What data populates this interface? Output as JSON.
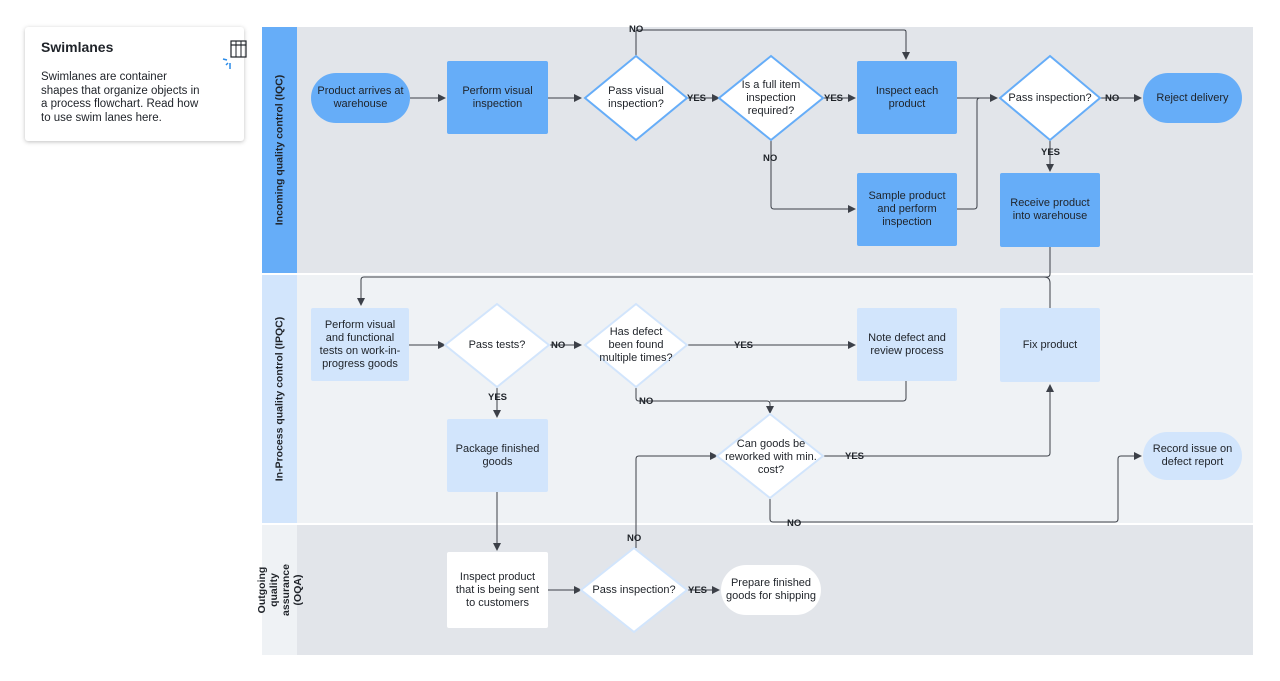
{
  "card": {
    "title": "Swimlanes",
    "body": "Swimlanes are container shapes that organize objects in a process flowchart. Read how to use swim lanes here."
  },
  "lanes": {
    "iqc": "Incoming quality control (IQC)",
    "ipqc": "In-Process quality control (IPQC)",
    "oqa": "Outgoing quality assurance (OQA)"
  },
  "nodes": {
    "product_arrives": "Product arrives at warehouse",
    "perform_visual_inspection": "Perform visual inspection",
    "pass_visual_inspection": "Pass visual inspection?",
    "full_item_inspection": "Is a full item inspection required?",
    "inspect_each_product": "Inspect each product",
    "sample_product": "Sample product and perform inspection",
    "pass_inspection_iqc": "Pass inspection?",
    "reject_delivery": "Reject delivery",
    "receive_product": "Receive product into warehouse",
    "perform_visual_functional": "Perform visual and functional tests on work-in-progress goods",
    "pass_tests": "Pass tests?",
    "defect_found_multiple": "Has defect been found multiple times?",
    "note_defect": "Note defect and review process",
    "fix_product": "Fix product",
    "package_goods": "Package finished goods",
    "can_goods_reworked": "Can goods be reworked with min. cost?",
    "record_issue": "Record issue on defect report",
    "inspect_product_sent": "Inspect product that is being sent to customers",
    "pass_inspection_oqa": "Pass inspection?",
    "prepare_goods": "Prepare finished goods for shipping"
  },
  "edges": {
    "yes_visual": "YES",
    "yes_full": "YES",
    "no_full": "NO",
    "no_top": "NO",
    "no_reject": "NO",
    "yes_receive": "YES",
    "no_tests": "NO",
    "yes_tests": "YES",
    "yes_defect": "YES",
    "no_defect": "NO",
    "yes_rework": "YES",
    "no_rework": "NO",
    "no_oqa": "NO",
    "yes_oqa": "YES"
  },
  "colors": {
    "lane_header": "#66adf8",
    "lane_iqc_bg": "#e2e5ea",
    "lane_ipqc_bg": "#eff2f5",
    "lane_oqa_bg": "#e2e5ea",
    "node_dark": "#66adf8",
    "node_light": "#d2e5fc",
    "decision_stroke": "#66adf8",
    "connector": "#3c4048"
  }
}
